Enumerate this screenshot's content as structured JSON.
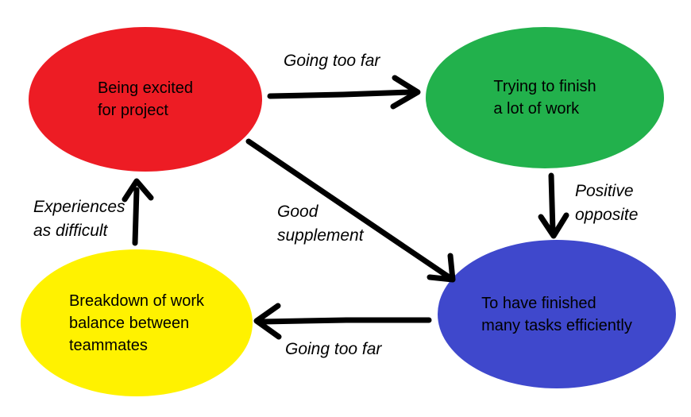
{
  "diagram": {
    "background_color": "#ffffff",
    "arrow_color": "#000000",
    "nodes": [
      {
        "id": "being-excited",
        "text": "Being excited\nfor project",
        "fill": "#ed1c24",
        "text_color": "#000000",
        "shape": "ellipse",
        "position": "top-left"
      },
      {
        "id": "trying-to-finish",
        "text": "Trying to finish\na lot of work",
        "fill": "#22b14c",
        "text_color": "#000000",
        "shape": "ellipse",
        "position": "top-right"
      },
      {
        "id": "breakdown-of-work",
        "text": "Breakdown of work\nbalance between\nteammates",
        "fill": "#fff200",
        "text_color": "#000000",
        "shape": "ellipse",
        "position": "bottom-left"
      },
      {
        "id": "finished-many-tasks",
        "text": "To have finished\nmany tasks efficiently",
        "fill": "#3f48cc",
        "text_color": "#000000",
        "shape": "ellipse",
        "position": "bottom-right"
      }
    ],
    "edges": [
      {
        "from": "being-excited",
        "to": "trying-to-finish",
        "label": "Going too far",
        "direction": "right"
      },
      {
        "from": "trying-to-finish",
        "to": "finished-many-tasks",
        "label": "Positive\nopposite",
        "direction": "down"
      },
      {
        "from": "being-excited",
        "to": "finished-many-tasks",
        "label": "Good\nsupplement",
        "direction": "diagonal-down-right"
      },
      {
        "from": "finished-many-tasks",
        "to": "breakdown-of-work",
        "label": "Going too far",
        "direction": "left"
      },
      {
        "from": "breakdown-of-work",
        "to": "being-excited",
        "label": "Experiences\nas difficult",
        "direction": "up"
      }
    ]
  }
}
